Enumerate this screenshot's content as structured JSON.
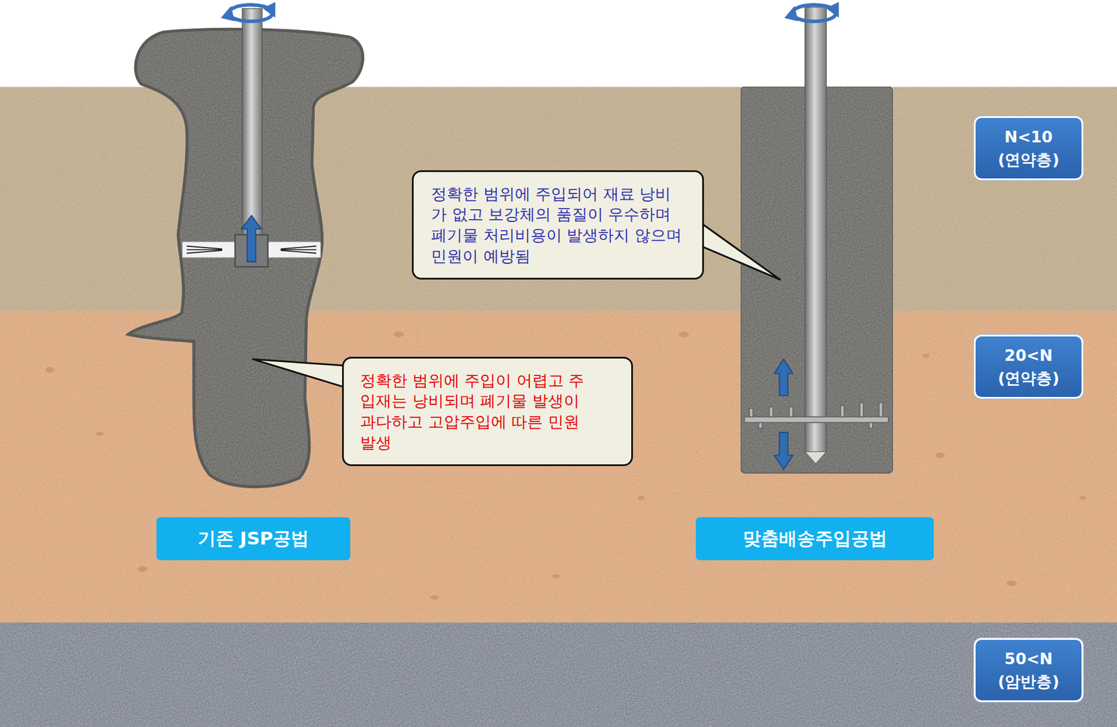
{
  "diagram": {
    "nodes": [
      {
        "text": [
          "정확한 범위에 주입되어 재료 낭비가 없고 보강체의 품질이 우수하며 폐기물 처리비용이 발생하지 않으며 민원이 예방됨"
        ]
      },
      {
        "text": [
          "정확한 범위에 주입이 어렵고 주입재는 낭비되며 폐기물 발생이 과다하고 고압주입에 따른 민원 발생"
        ]
      },
      {
        "text": [
          "기존 JSP공법"
        ]
      },
      {
        "text": [
          "맞춤배송주입공법"
        ]
      },
      {
        "text": [
          "N<10",
          "(연약층)"
        ]
      },
      {
        "text": [
          "20<N",
          "(연약층)"
        ]
      },
      {
        "text": [
          "50<N",
          "(암반층)"
        ]
      }
    ]
  }
}
